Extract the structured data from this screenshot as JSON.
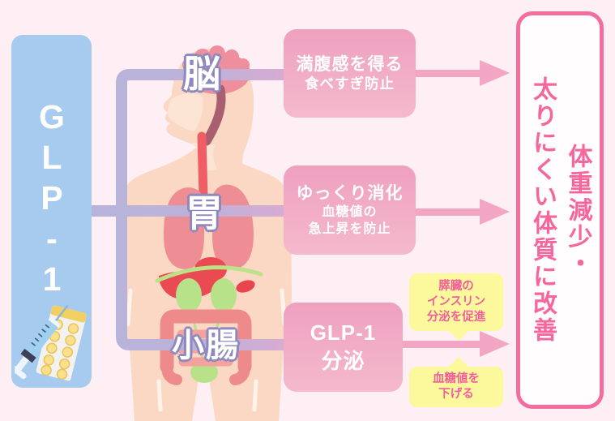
{
  "title": "GLP-1の作用をあらわす図解",
  "colors": {
    "background": "#fdeff3",
    "glp1_box": "#a6cbef",
    "connector_start": "#b7b3da",
    "connector_end": "#d9abd1",
    "effect_box_top": "#efa0bf",
    "effect_box_bottom": "#f4b9cc",
    "arrow": "#f3a6c4",
    "note_bg": "#fcf99c",
    "note_text": "#f2609c",
    "result_border": "#f56d9e",
    "result_text": "#f5679c",
    "organ_label_outline": "#8d88bd",
    "skin": "#fbd8c3"
  },
  "source": {
    "label": "GLP-1",
    "icons": [
      "syringe-icon",
      "pill-sheet-icon"
    ]
  },
  "organs": {
    "brain": "脳",
    "stomach": "胃",
    "small_intestine": "小腸"
  },
  "effects": {
    "brain": {
      "line1": "満腹感を得る",
      "line2": "食べすぎ防止"
    },
    "stomach": {
      "line1": "ゆっくり消化",
      "line2": "血糖値の",
      "line3": "急上昇を防止"
    },
    "intestine": {
      "line1": "GLP-1",
      "line2": "分泌"
    }
  },
  "notes": {
    "pancreas": {
      "line1": "膵臓の",
      "line2": "インスリン",
      "line3": "分泌を促進"
    },
    "glucose": {
      "line1": "血糖値を",
      "line2": "下げる"
    }
  },
  "result": {
    "line1": "体重減少・",
    "line2": "太りにくい体質に改善"
  }
}
